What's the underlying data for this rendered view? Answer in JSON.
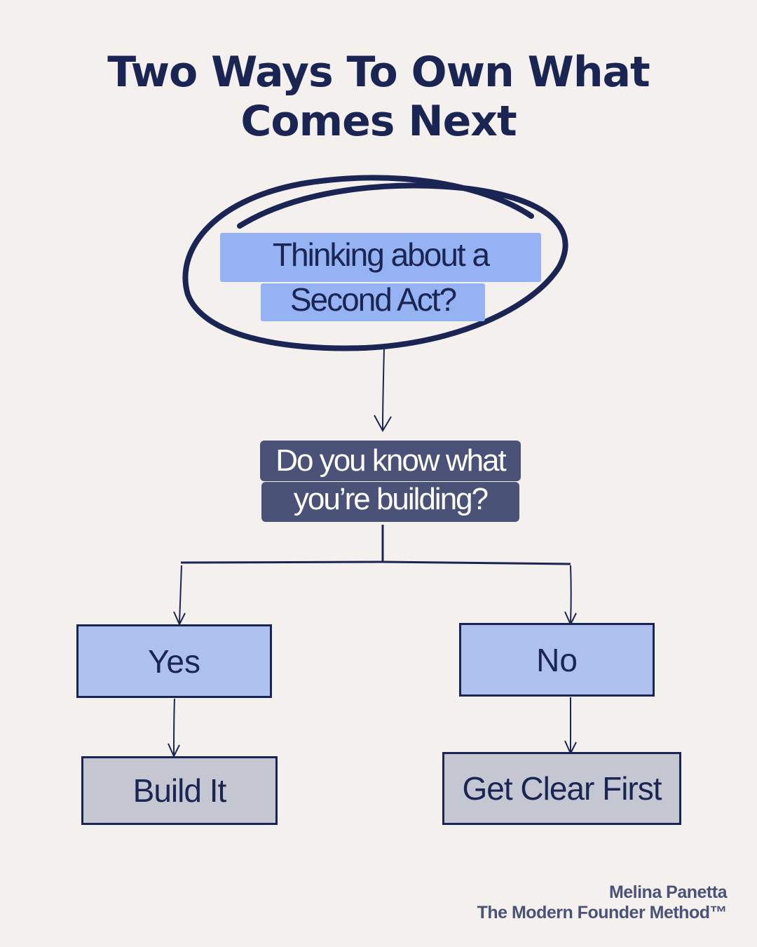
{
  "title": {
    "line1": "Two Ways To Own What",
    "line2": "Comes Next"
  },
  "start_node": {
    "line1": "Thinking about a",
    "line2": "Second Act?"
  },
  "question_node": {
    "line1": "Do you know what",
    "line2": "you’re building?"
  },
  "branches": {
    "yes": {
      "label": "Yes",
      "outcome": "Build It"
    },
    "no": {
      "label": "No",
      "outcome": "Get Clear First"
    }
  },
  "credit": {
    "author": "Melina Panetta",
    "brand": "The Modern Founder Method™"
  },
  "colors": {
    "background": "#f3f0ed",
    "navy": "#1b2554",
    "highlight_blue": "#95b3f2",
    "question_fill": "#4b5277",
    "answer_fill": "#adc1ec",
    "outcome_fill": "#c4c7d2"
  }
}
